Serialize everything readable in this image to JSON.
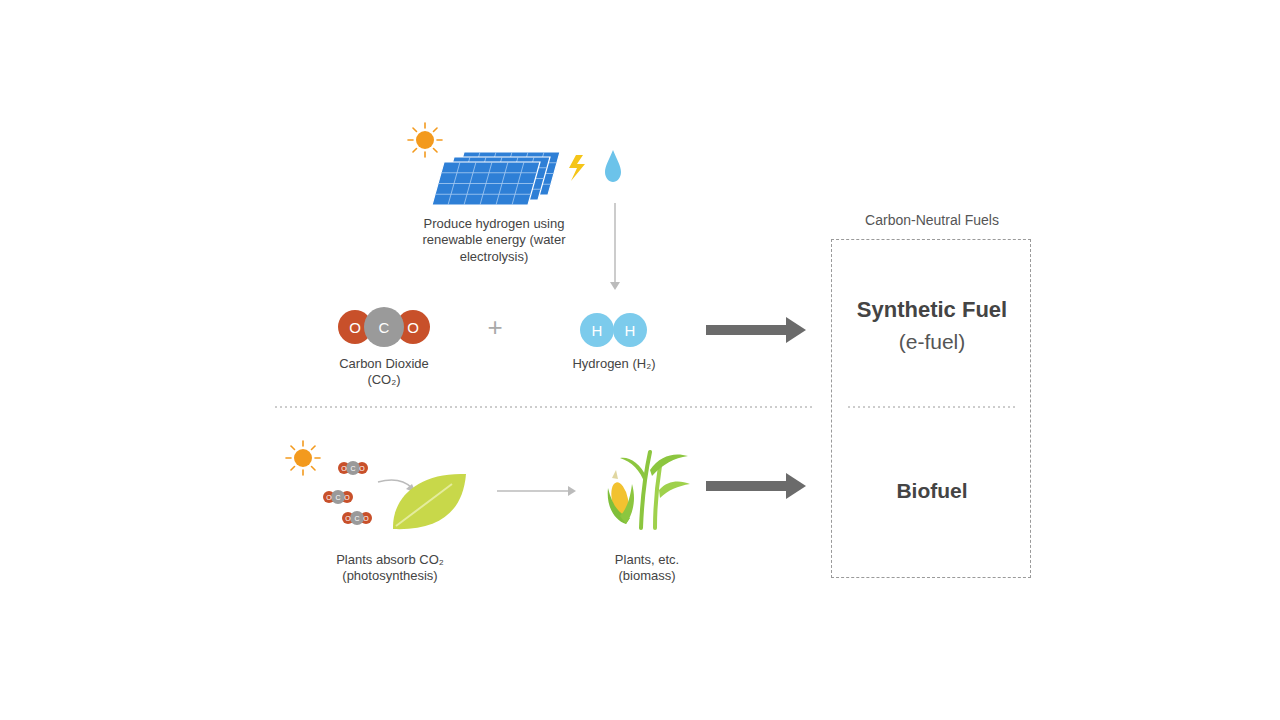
{
  "diagram": {
    "nodes": [
      {
        "text": [
          "Carbon-Neutral Fuels"
        ]
      },
      {
        "text": [
          "Synthetic Fuel",
          "(e-fuel)"
        ],
        "in": 0
      },
      {
        "text": [
          "Biofuel"
        ],
        "in": 0
      },
      {
        "text": [
          "Produce hydrogen using renewable energy (water electrolysis)"
        ]
      },
      {
        "text": [
          "O",
          "C",
          "O",
          "Carbon Dioxide (CO₂)"
        ]
      },
      {
        "text": [
          "H",
          "H",
          "Hydrogen (H₂)"
        ]
      },
      {
        "text": [
          "Plants absorb CO₂ (photosynthesis)"
        ]
      },
      {
        "text": [
          "Plants, etc. (biomass)"
        ]
      }
    ],
    "edges": [
      {
        "from": 3,
        "to": 5,
        "arrow": "to"
      },
      {
        "from": 5,
        "to": 1,
        "arrow": "to"
      },
      {
        "from": 6,
        "to": 7,
        "arrow": "to"
      },
      {
        "from": 7,
        "to": 2,
        "arrow": "to"
      }
    ],
    "labels": [
      "+",
      "O",
      "C",
      "O",
      "O",
      "C",
      "O",
      "O",
      "C",
      "O"
    ]
  }
}
